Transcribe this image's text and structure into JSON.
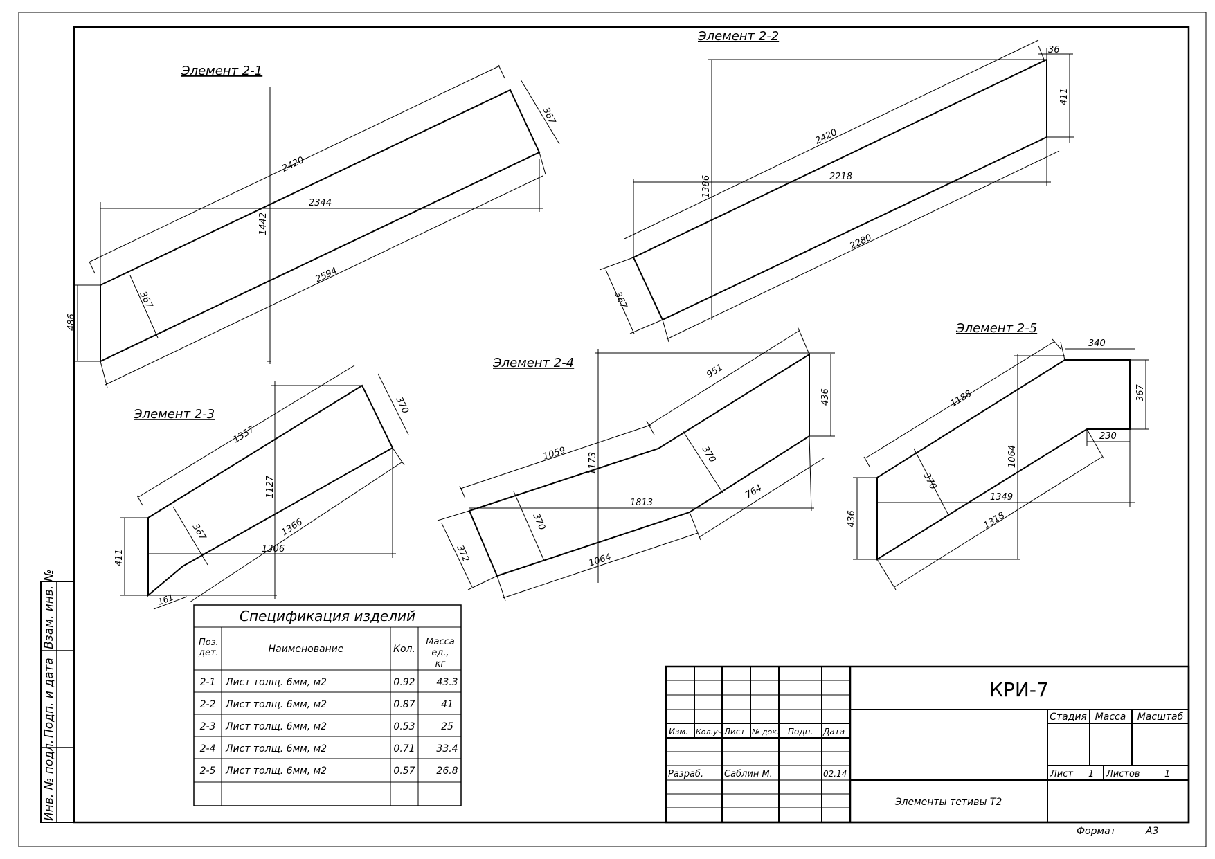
{
  "sheet": {
    "format_label": "Формат",
    "format_value": "А3"
  },
  "side_stamp": {
    "inv_orig": "Инв. № подл.",
    "sign_date": "Подп. и дата",
    "replace_inv": "Взам. инв. №"
  },
  "elements": [
    {
      "title": "Элемент 2-1",
      "dims": [
        "2420",
        "367",
        "2344",
        "1442",
        "2594",
        "367",
        "486"
      ]
    },
    {
      "title": "Элемент 2-2",
      "dims": [
        "36",
        "411",
        "2420",
        "1386",
        "2218",
        "2280",
        "367"
      ]
    },
    {
      "title": "Элемент 2-3",
      "dims": [
        "1357",
        "370",
        "1127",
        "367",
        "1366",
        "1306",
        "411",
        "161"
      ]
    },
    {
      "title": "Элемент 2-4",
      "dims": [
        "951",
        "436",
        "1173",
        "1059",
        "370",
        "1813",
        "764",
        "370",
        "372",
        "1064"
      ]
    },
    {
      "title": "Элемент 2-5",
      "dims": [
        "340",
        "367",
        "1188",
        "230",
        "370",
        "1064",
        "1349",
        "1318",
        "436"
      ]
    }
  ],
  "spec": {
    "title": "Спецификация изделий",
    "headers": [
      "Поз. дет.",
      "Наименование",
      "Кол.",
      "Масса ед., кг"
    ],
    "rows": [
      {
        "pos": "2-1",
        "name": "Лист толщ. 6мм, м2",
        "qty": "0.92",
        "mass": "43.3"
      },
      {
        "pos": "2-2",
        "name": "Лист толщ. 6мм, м2",
        "qty": "0.87",
        "mass": "41"
      },
      {
        "pos": "2-3",
        "name": "Лист толщ. 6мм, м2",
        "qty": "0.53",
        "mass": "25"
      },
      {
        "pos": "2-4",
        "name": "Лист толщ. 6мм, м2",
        "qty": "0.71",
        "mass": "33.4"
      },
      {
        "pos": "2-5",
        "name": "Лист толщ. 6мм, м2",
        "qty": "0.57",
        "mass": "26.8"
      }
    ]
  },
  "title_block": {
    "code": "КРИ-7",
    "cols": [
      "Изм.",
      "Кол.уч.",
      "Лист",
      "№ док.",
      "Подп.",
      "Дата"
    ],
    "developer_label": "Разраб.",
    "developer_name": "Саблин М.",
    "developer_date": "02.14",
    "drawing_name": "Элементы тетивы Т2",
    "stage_label": "Стадия",
    "mass_label": "Масса",
    "scale_label": "Масштаб",
    "sheet_label": "Лист",
    "sheet_value": "1",
    "sheets_label": "Листов",
    "sheets_value": "1"
  }
}
